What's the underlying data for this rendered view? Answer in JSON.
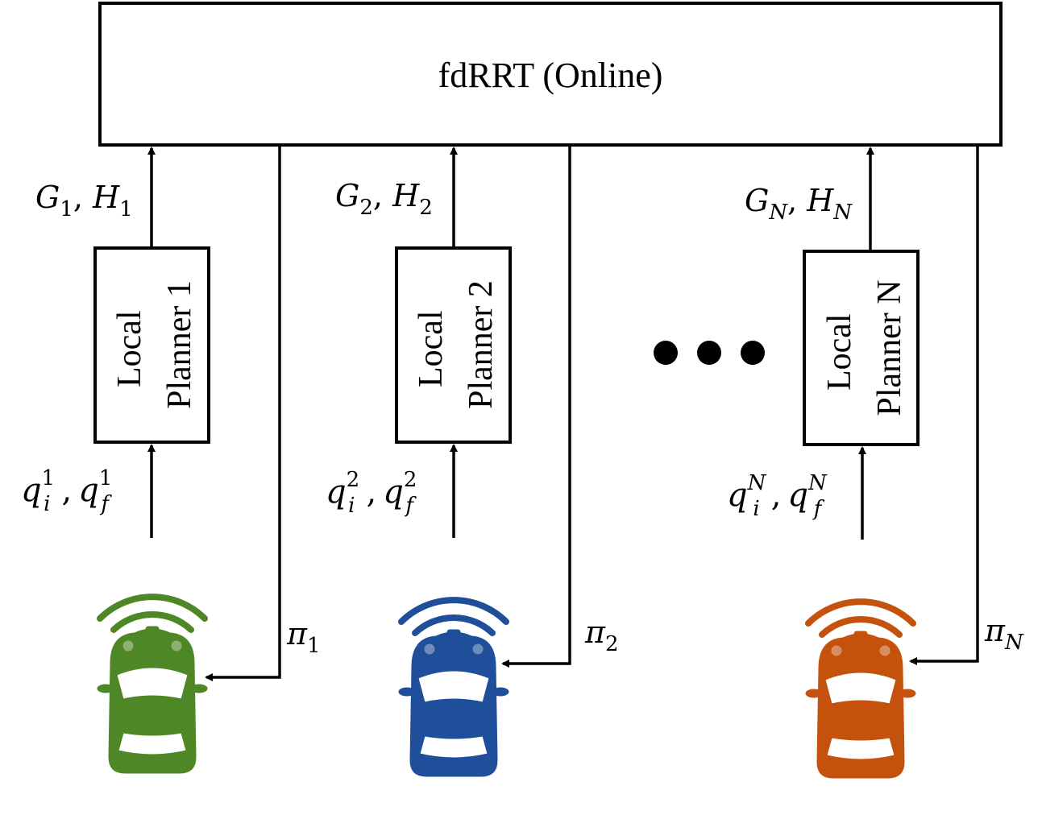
{
  "top_box": {
    "title": "fdRRT (Online)"
  },
  "ellipsis_label": "• • •",
  "colors": {
    "agent_1": "#4e8726",
    "agent_2": "#1f4e9a",
    "agent_n": "#c4520d",
    "stroke": "#000000"
  },
  "agents": [
    {
      "planner_line1": "Local",
      "planner_line2": "Planner 1",
      "output": {
        "g": "G",
        "h": "H",
        "sub": "1"
      },
      "input": {
        "q": "q",
        "sub_i": "i",
        "sub_f": "f",
        "sup": "1",
        "sep": ","
      },
      "policy": {
        "pi": "π",
        "sub": "1"
      },
      "icon": "autonomous-car-icon"
    },
    {
      "planner_line1": "Local",
      "planner_line2": "Planner 2",
      "output": {
        "g": "G",
        "h": "H",
        "sub": "2"
      },
      "input": {
        "q": "q",
        "sub_i": "i",
        "sub_f": "f",
        "sup": "2",
        "sep": ","
      },
      "policy": {
        "pi": "π",
        "sub": "2"
      },
      "icon": "autonomous-car-icon"
    },
    {
      "planner_line1": "Local",
      "planner_line2": "Planner N",
      "output": {
        "g": "G",
        "h": "H",
        "sub": "N"
      },
      "input": {
        "q": "q",
        "sub_i": "i",
        "sub_f": "f",
        "sup": "N",
        "sep": ","
      },
      "policy": {
        "pi": "π",
        "sub": "N"
      },
      "icon": "autonomous-car-icon"
    }
  ]
}
